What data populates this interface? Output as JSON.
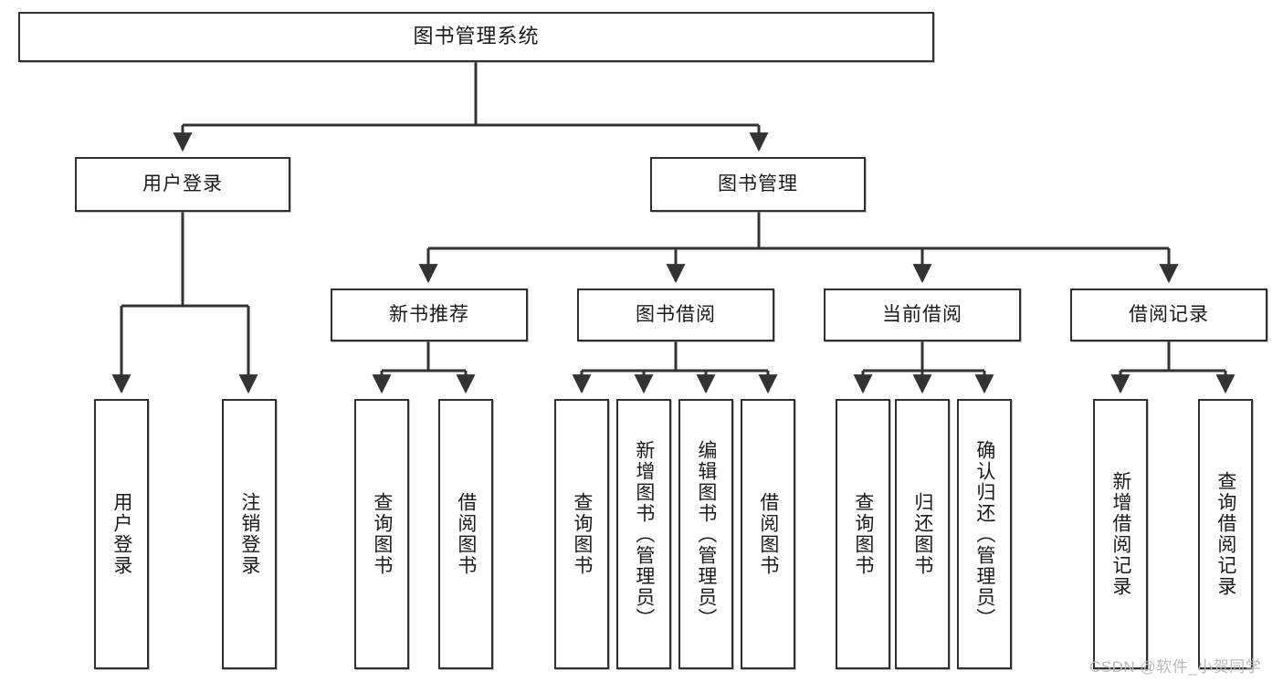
{
  "diagram": {
    "type": "hierarchy-tree",
    "title": "图书管理系统",
    "orientation": "top-down",
    "colors": {
      "box_border": "#2f2f2f",
      "box_fill": "#ffffff",
      "connector": "#333333",
      "text": "#1a1a1a",
      "watermark": "#b9b9b9"
    },
    "nodes": {
      "root": {
        "label": "图书管理系统"
      },
      "level1": [
        {
          "id": "user-login",
          "label": "用户登录"
        },
        {
          "id": "book-management",
          "label": "图书管理"
        }
      ],
      "level2": [
        {
          "id": "new-book-recommend",
          "label": "新书推荐",
          "parent": "book-management"
        },
        {
          "id": "book-borrow",
          "label": "图书借阅",
          "parent": "book-management"
        },
        {
          "id": "current-borrow",
          "label": "当前借阅",
          "parent": "book-management"
        },
        {
          "id": "borrow-record",
          "label": "借阅记录",
          "parent": "book-management"
        }
      ],
      "leaves": [
        {
          "id": "leaf-user-login",
          "label": "用户登录",
          "parent": "user-login"
        },
        {
          "id": "leaf-logout-login",
          "label": "注销登录",
          "parent": "user-login"
        },
        {
          "id": "leaf-query-book-1",
          "label": "查询图书",
          "parent": "new-book-recommend"
        },
        {
          "id": "leaf-borrow-book-1",
          "label": "借阅图书",
          "parent": "new-book-recommend"
        },
        {
          "id": "leaf-query-book-2",
          "label": "查询图书",
          "parent": "book-borrow"
        },
        {
          "id": "leaf-add-book",
          "label": "新增图书（管理员）",
          "parent": "book-borrow"
        },
        {
          "id": "leaf-edit-book",
          "label": "编辑图书（管理员）",
          "parent": "book-borrow"
        },
        {
          "id": "leaf-borrow-book-2",
          "label": "借阅图书",
          "parent": "book-borrow"
        },
        {
          "id": "leaf-query-book-3",
          "label": "查询图书",
          "parent": "current-borrow"
        },
        {
          "id": "leaf-return-book",
          "label": "归还图书",
          "parent": "current-borrow"
        },
        {
          "id": "leaf-confirm-return",
          "label": "确认归还（管理员）",
          "parent": "current-borrow"
        },
        {
          "id": "leaf-add-record",
          "label": "新增借阅记录",
          "parent": "borrow-record"
        },
        {
          "id": "leaf-query-record",
          "label": "查询借阅记录",
          "parent": "borrow-record"
        }
      ]
    }
  },
  "watermark": {
    "text": "CSDN @软件_小贺同学"
  }
}
